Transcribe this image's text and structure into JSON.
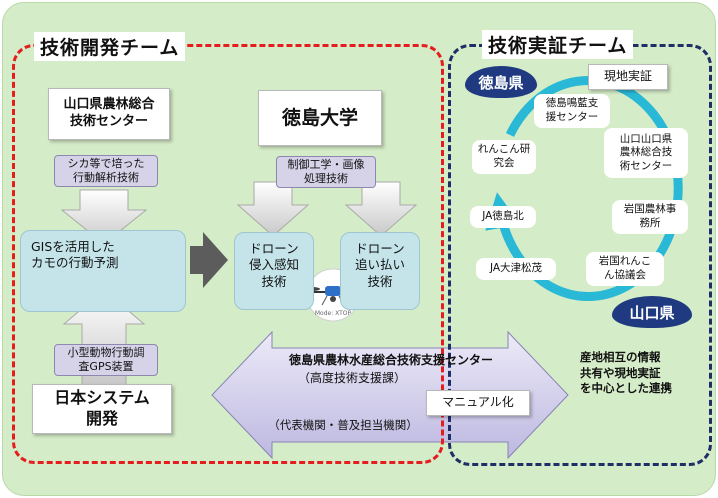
{
  "dev_team": {
    "title": "技術開発チーム",
    "yamaguchi_center": [
      "山口県農林総合",
      "技術センター"
    ],
    "deer_tag": [
      "シカ等で培った",
      "行動解析技術"
    ],
    "gis_box": [
      "GISを活用した",
      "カモの行動予測"
    ],
    "gps_tag": [
      "小型動物行動調",
      "査GPS装置"
    ],
    "nihon_system": [
      "日本システム",
      "開発"
    ],
    "tokushima_univ": "徳島大学",
    "control_tag": [
      "制御工学・画像",
      "処理技術"
    ],
    "drone_detect": [
      "ドローン",
      "侵入感知",
      "技術"
    ],
    "drone_chase": [
      "ドローン",
      "追い払い",
      "技術"
    ],
    "drone_photo_caption": "Mode: XTOP"
  },
  "center_arrow": {
    "line1": "徳島県農林水産総合技術支援センター",
    "line2": "（高度技術支援課）",
    "manual": "マニュアル化",
    "line3": "（代表機関・普及担当機関）"
  },
  "demo_team": {
    "title": "技術実証チーム",
    "tokushima_pref": "徳島県",
    "yamaguchi_pref": "山口県",
    "field_demo": "現地実証",
    "nodes": [
      [
        "徳島鳴藍支",
        "援センター"
      ],
      [
        "山口山口県",
        "農林総合技",
        "術センター"
      ],
      [
        "岩国農林事",
        "務所"
      ],
      [
        "岩国れんこ",
        "ん協議会"
      ],
      [
        "JA大津松茂"
      ],
      [
        "JA徳島北"
      ],
      [
        "れんこん研",
        "究会"
      ]
    ],
    "note": [
      "産地相互の情報",
      "共有や現地実証",
      "を中心とした連携"
    ]
  },
  "colors": {
    "background": "#d5ecc8",
    "dev_border": "#e41e1e",
    "demo_border": "#1f2e66",
    "cycle": "#29b8d6",
    "pref_badge": "#1f3a80",
    "cyan_box": "#c4e4ea",
    "tag_box": "#d6d2e8",
    "big_arrow": "#cfcce8"
  }
}
